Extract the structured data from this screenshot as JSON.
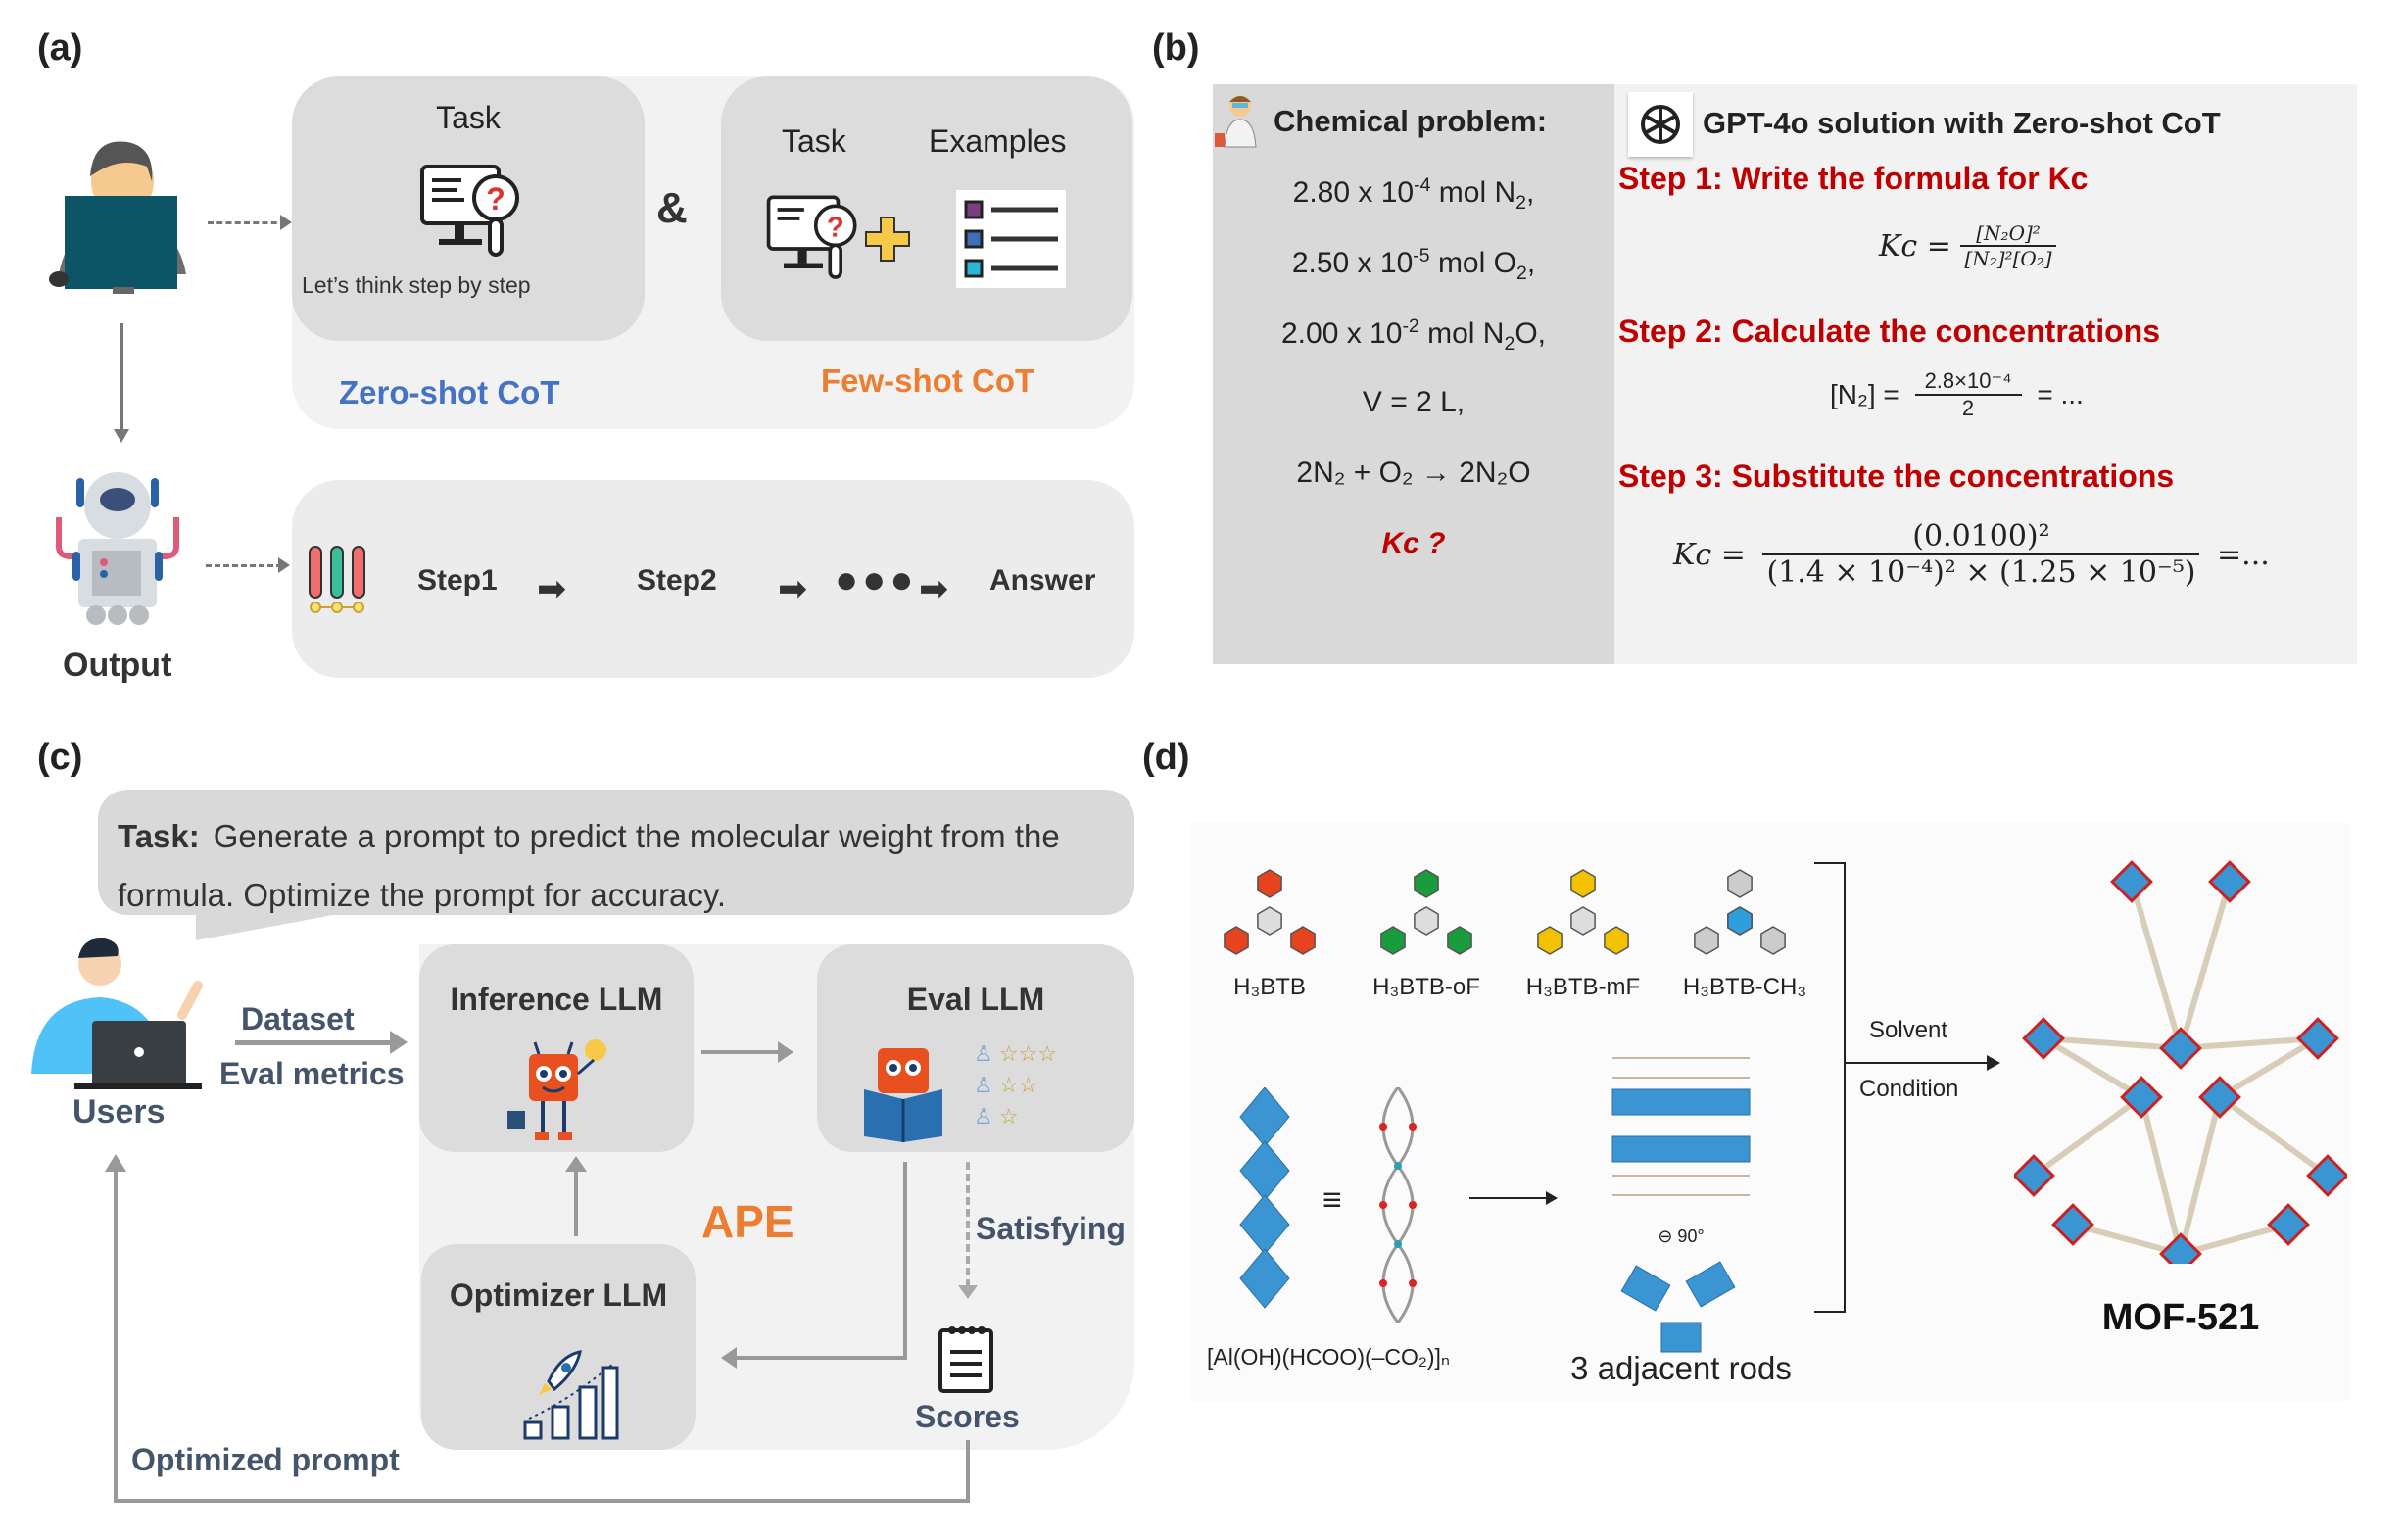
{
  "panels": {
    "a": {
      "label": "(a)",
      "zero_shot": {
        "task": "Task",
        "hint": "Let’s think step by step",
        "title": "Zero-shot CoT",
        "title_color": "#4472c4"
      },
      "ampersand": "&",
      "few_shot": {
        "task": "Task",
        "examples": "Examples",
        "title": "Few-shot CoT",
        "title_color": "#ed7d31"
      },
      "output_label": "Output",
      "chain": {
        "step1": "Step1",
        "step2": "Step2",
        "answer": "Answer"
      }
    },
    "b": {
      "label": "(b)",
      "problem_title": "Chemical problem:",
      "problem_lines": [
        {
          "pre": "2.80 x 10",
          "sup": "-4",
          "post": " mol N",
          "sub": "2",
          "tail": ","
        },
        {
          "pre": "2.50 x 10",
          "sup": "-5",
          "post": " mol O",
          "sub": "2",
          "tail": ","
        },
        {
          "pre": "2.00 x 10",
          "sup": "-2",
          "post": " mol N",
          "sub": "2",
          "tail": "O,"
        }
      ],
      "volume": "V = 2 L,",
      "reaction": "2N₂ + O₂ → 2N₂O",
      "question": "Kᴄ ?",
      "solution_title": "GPT-4o solution with Zero-shot CoT",
      "steps": [
        "Step 1: Write the formula for Kᴄ",
        "Step 2: Calculate the concentrations",
        "Step 3: Substitute the concentrations"
      ],
      "eq1": {
        "lhs": "Kᴄ =",
        "num": "[N₂O]²",
        "den": "[N₂]²[O₂]"
      },
      "eq2": {
        "lhs": "[N₂] =",
        "num": "2.8×10⁻⁴",
        "den": "2",
        "rhs": "= ..."
      },
      "eq3": {
        "lhs": "Kᴄ =",
        "num": "(0.0100)²",
        "den": "(1.4 × 10⁻⁴)² × (1.25 × 10⁻⁵)",
        "rhs": "=..."
      }
    },
    "c": {
      "label": "(c)",
      "task_label": "Task:",
      "task_text": "Generate a prompt to predict the molecular weight from the formula. Optimize the prompt for accuracy.",
      "users": "Users",
      "dataset": "Dataset",
      "eval_metrics": "Eval metrics",
      "inference": "Inference LLM",
      "eval": "Eval LLM",
      "optimizer": "Optimizer LLM",
      "ape": "APE",
      "satisfying": "Satisfying",
      "scores": "Scores",
      "optimized_prompt": "Optimized prompt"
    },
    "d": {
      "label": "(d)",
      "linkers": [
        "H₃BTB",
        "H₃BTB-oF",
        "H₃BTB-mF",
        "H₃BTB-CH₃"
      ],
      "linker_colors": [
        "#e8431f",
        "#1a9b3c",
        "#f2c200",
        "#2e9fdc"
      ],
      "rod_formula": "[Al(OH)(HCOO)(–CO₂)]ₙ",
      "equiv": "≡",
      "rotation": "90°",
      "rods_caption": "3 adjacent rods",
      "solvent": "Solvent",
      "condition": "Condition",
      "product": "MOF-521"
    }
  }
}
